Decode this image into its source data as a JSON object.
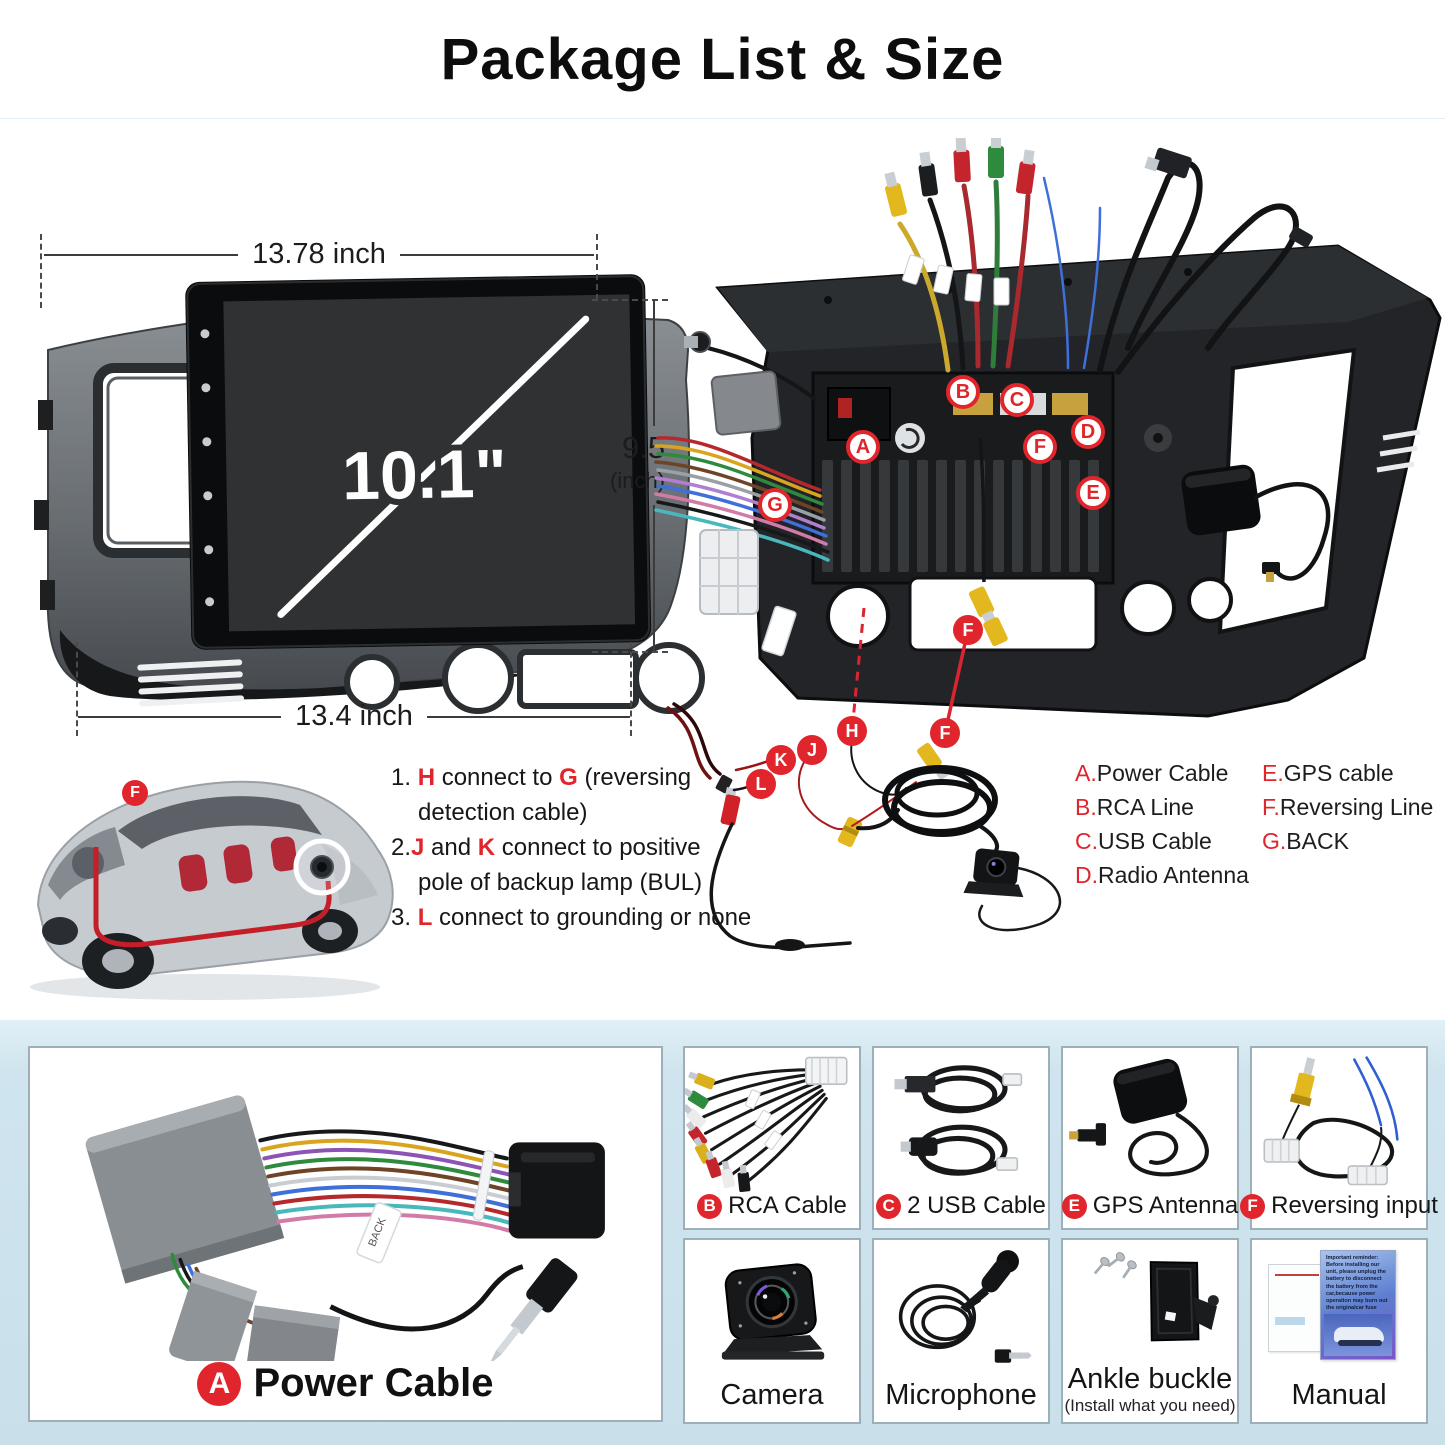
{
  "title": "Package List & Size",
  "front_unit": {
    "screen_size": "10.1\"",
    "dim_top": "13.78 inch",
    "dim_bottom": "13.4 inch",
    "dim_side_value": "9.5",
    "dim_side_unit": "(inch)"
  },
  "back_view": {
    "labels": {
      "a": "A",
      "b": "B",
      "c": "C",
      "d": "D",
      "e": "E",
      "f": "F",
      "g": "G",
      "f_output": "F"
    }
  },
  "camera_cable": {
    "labels": {
      "h": "H",
      "j": "J",
      "k": "K",
      "l": "L",
      "f": "F"
    }
  },
  "car": {
    "label_f": "F"
  },
  "instructions": {
    "i1a": "1. ",
    "i1H": "H",
    "i1b": " connect to ",
    "i1G": "G",
    "i1c": " (reversing",
    "i1d": "detection cable)",
    "i2a": "2.",
    "i2J": "J",
    "i2b": " and ",
    "i2K": "K",
    "i2c": " connect to positive",
    "i2d": "pole of backup lamp (BUL)",
    "i3a": "3. ",
    "i3L": "L",
    "i3b": " connect to grounding or none"
  },
  "legend": {
    "col1": [
      {
        "letter": "A.",
        "label": "Power Cable"
      },
      {
        "letter": "B.",
        "label": "RCA Line"
      },
      {
        "letter": "C.",
        "label": "USB Cable"
      },
      {
        "letter": "D.",
        "label": "Radio Antenna"
      }
    ],
    "col2": [
      {
        "letter": "E.",
        "label": "GPS cable"
      },
      {
        "letter": "F.",
        "label": "Reversing Line"
      },
      {
        "letter": "G.",
        "label": "BACK"
      }
    ]
  },
  "package_items": {
    "power": {
      "letter": "A",
      "label": "Power Cable",
      "tag": "BACK"
    },
    "row1": [
      {
        "letter": "B",
        "label": "RCA Cable"
      },
      {
        "letter": "C",
        "label": "2 USB Cable"
      },
      {
        "letter": "E",
        "label": "GPS Antenna"
      },
      {
        "letter": "F",
        "label": "Reversing input"
      }
    ],
    "row2": [
      {
        "label": "Camera"
      },
      {
        "label": "Microphone"
      },
      {
        "label": "Ankle buckle",
        "sublabel": "(Install what you need)"
      },
      {
        "label": "Manual",
        "note": "Important reminder: Before installing our unit, please unplug the battery to disconnect the battery from the car,because power operation may burn out the originalcar fuse"
      }
    ]
  },
  "colors": {
    "accent_red": "#e0252c",
    "band_blue": "#b3d8e8",
    "section_blue": "#cfe4ee"
  }
}
